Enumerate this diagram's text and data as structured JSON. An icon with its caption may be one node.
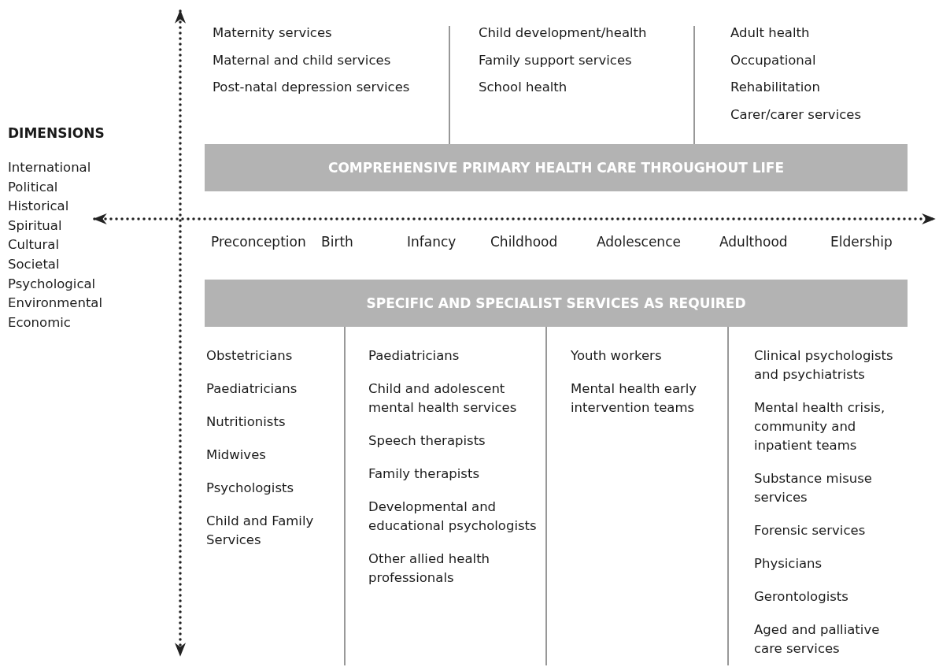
{
  "diagram": {
    "nodes": [
      {
        "text": [
          "COMPREHENSIVE PRIMARY HEALTH CARE THROUGHOUT LIFE"
        ]
      },
      {
        "text": [
          "SPECIFIC AND SPECIALIST SERVICES AS REQUIRED"
        ]
      }
    ],
    "labels": [
      "Maternity services",
      "Maternal and child services",
      "Post-natal depression services",
      "Child development/health",
      "Family support services",
      "School health",
      "Adult health",
      "Occupational",
      "Rehabilitation",
      "Carer/carer services",
      "DIMENSIONS",
      "International",
      "Political",
      "Historical",
      "Spiritual",
      "Cultural",
      "Societal",
      "Psychological",
      "Environmental",
      "Economic",
      "Preconception",
      "Birth",
      "Infancy",
      "Childhood",
      "Adolescence",
      "Adulthood",
      "Eldership",
      "Obstetricians",
      "Paediatricians",
      "Nutritionists",
      "Midwives",
      "Psychologists",
      "Child and Family Services",
      "Paediatricians",
      "Child and adolescent mental health services",
      "Speech therapists",
      "Family therapists",
      "Developmental and educational psychologists",
      "Other allied health professionals",
      "Youth workers",
      "Mental health early intervention teams",
      "Clinical psychologists and psychiatrists",
      "Mental health crisis, community and inpatient teams",
      "Substance misuse services",
      "Forensic services",
      "Physicians",
      "Gerontologists",
      "Aged and palliative care services"
    ]
  }
}
